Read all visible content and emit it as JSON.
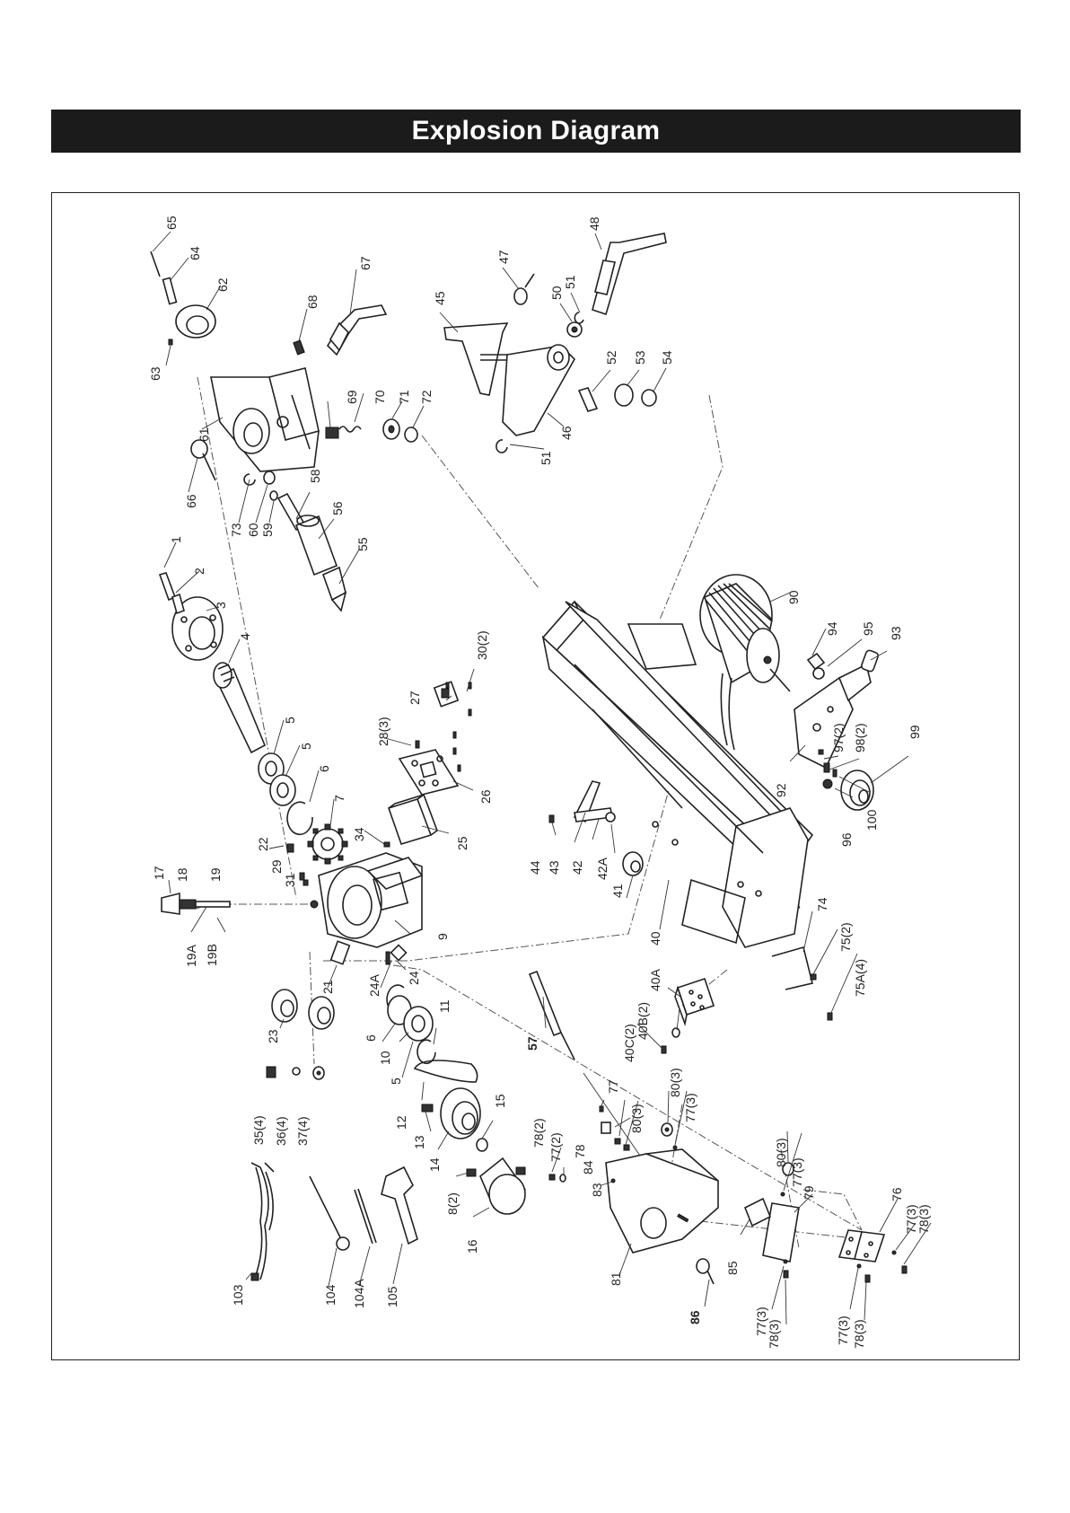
{
  "header": {
    "title": "Explosion Diagram"
  },
  "diagram": {
    "labels": [
      {
        "id": "1",
        "text": "1"
      },
      {
        "id": "2",
        "text": "2"
      },
      {
        "id": "3",
        "text": "3"
      },
      {
        "id": "4",
        "text": "4"
      },
      {
        "id": "5a",
        "text": "5"
      },
      {
        "id": "5b",
        "text": "5"
      },
      {
        "id": "6",
        "text": "6"
      },
      {
        "id": "7",
        "text": "7"
      },
      {
        "id": "17",
        "text": "17"
      },
      {
        "id": "18",
        "text": "18"
      },
      {
        "id": "19",
        "text": "19"
      },
      {
        "id": "19A",
        "text": "19A"
      },
      {
        "id": "19B",
        "text": "19B"
      },
      {
        "id": "22",
        "text": "22"
      },
      {
        "id": "29",
        "text": "29"
      },
      {
        "id": "31",
        "text": "31"
      },
      {
        "id": "34",
        "text": "34"
      },
      {
        "id": "25",
        "text": "25"
      },
      {
        "id": "26",
        "text": "26"
      },
      {
        "id": "27",
        "text": "27"
      },
      {
        "id": "28_3",
        "text": "28(3)"
      },
      {
        "id": "30_2",
        "text": "30(2)"
      },
      {
        "id": "9",
        "text": "9"
      },
      {
        "id": "21",
        "text": "21"
      },
      {
        "id": "23",
        "text": "23"
      },
      {
        "id": "24A",
        "text": "24A"
      },
      {
        "id": "24",
        "text": "24"
      },
      {
        "id": "6b",
        "text": "6"
      },
      {
        "id": "10",
        "text": "10"
      },
      {
        "id": "11",
        "text": "11"
      },
      {
        "id": "5c",
        "text": "5"
      },
      {
        "id": "35_4",
        "text": "35(4)"
      },
      {
        "id": "36_4",
        "text": "36(4)"
      },
      {
        "id": "37_4",
        "text": "37(4)"
      },
      {
        "id": "12",
        "text": "12"
      },
      {
        "id": "13",
        "text": "13"
      },
      {
        "id": "14",
        "text": "14"
      },
      {
        "id": "15",
        "text": "15"
      },
      {
        "id": "16",
        "text": "16"
      },
      {
        "id": "8_2",
        "text": "8(2)"
      },
      {
        "id": "103",
        "text": "103"
      },
      {
        "id": "104",
        "text": "104"
      },
      {
        "id": "104A",
        "text": "104A"
      },
      {
        "id": "105",
        "text": "105"
      },
      {
        "id": "65",
        "text": "65"
      },
      {
        "id": "64",
        "text": "64"
      },
      {
        "id": "62",
        "text": "62"
      },
      {
        "id": "63",
        "text": "63"
      },
      {
        "id": "61",
        "text": "61"
      },
      {
        "id": "66",
        "text": "66"
      },
      {
        "id": "67",
        "text": "67"
      },
      {
        "id": "68",
        "text": "68"
      },
      {
        "id": "69",
        "text": "69"
      },
      {
        "id": "70",
        "text": "70"
      },
      {
        "id": "71",
        "text": "71"
      },
      {
        "id": "72",
        "text": "72"
      },
      {
        "id": "73",
        "text": "73"
      },
      {
        "id": "60",
        "text": "60"
      },
      {
        "id": "59",
        "text": "59"
      },
      {
        "id": "58",
        "text": "58"
      },
      {
        "id": "56",
        "text": "56"
      },
      {
        "id": "55",
        "text": "55"
      },
      {
        "id": "45",
        "text": "45"
      },
      {
        "id": "47",
        "text": "47"
      },
      {
        "id": "48",
        "text": "48"
      },
      {
        "id": "50",
        "text": "50"
      },
      {
        "id": "51a",
        "text": "51"
      },
      {
        "id": "52",
        "text": "52"
      },
      {
        "id": "53",
        "text": "53"
      },
      {
        "id": "54",
        "text": "54"
      },
      {
        "id": "46",
        "text": "46"
      },
      {
        "id": "51b",
        "text": "51"
      },
      {
        "id": "90",
        "text": "90"
      },
      {
        "id": "94",
        "text": "94"
      },
      {
        "id": "95",
        "text": "95"
      },
      {
        "id": "93",
        "text": "93"
      },
      {
        "id": "92",
        "text": "92"
      },
      {
        "id": "97_2",
        "text": "97(2)"
      },
      {
        "id": "98_2",
        "text": "98(2)"
      },
      {
        "id": "99",
        "text": "99"
      },
      {
        "id": "100",
        "text": "100"
      },
      {
        "id": "96",
        "text": "96"
      },
      {
        "id": "44",
        "text": "44"
      },
      {
        "id": "43",
        "text": "43"
      },
      {
        "id": "42",
        "text": "42"
      },
      {
        "id": "42A",
        "text": "42A"
      },
      {
        "id": "41",
        "text": "41"
      },
      {
        "id": "40",
        "text": "40"
      },
      {
        "id": "74",
        "text": "74"
      },
      {
        "id": "75_2",
        "text": "75(2)"
      },
      {
        "id": "75A_4",
        "text": "75A(4)"
      },
      {
        "id": "40A",
        "text": "40A"
      },
      {
        "id": "40B_2",
        "text": "40B(2)"
      },
      {
        "id": "40C_2",
        "text": "40C(2)"
      },
      {
        "id": "57",
        "text": "57"
      },
      {
        "id": "77",
        "text": "77"
      },
      {
        "id": "78",
        "text": "78"
      },
      {
        "id": "84",
        "text": "84"
      },
      {
        "id": "83",
        "text": "83"
      },
      {
        "id": "80_3a",
        "text": "80(3)"
      },
      {
        "id": "80_3b",
        "text": "80(3)"
      },
      {
        "id": "77_3a",
        "text": "77(3)"
      },
      {
        "id": "78_2",
        "text": "78(2)"
      },
      {
        "id": "77_2",
        "text": "77(2)"
      },
      {
        "id": "81",
        "text": "81"
      },
      {
        "id": "86",
        "text": "86"
      },
      {
        "id": "80_3c",
        "text": "80(3)"
      },
      {
        "id": "77_3b",
        "text": "77(3)"
      },
      {
        "id": "79",
        "text": "79"
      },
      {
        "id": "85",
        "text": "85"
      },
      {
        "id": "77_3c",
        "text": "77(3)"
      },
      {
        "id": "78_3a",
        "text": "78(3)"
      },
      {
        "id": "76",
        "text": "76"
      },
      {
        "id": "77_3d",
        "text": "77(3)"
      },
      {
        "id": "78_3b",
        "text": "78(3)"
      },
      {
        "id": "77_3e",
        "text": "77(3)"
      },
      {
        "id": "78_3c",
        "text": "78(3)"
      }
    ]
  }
}
